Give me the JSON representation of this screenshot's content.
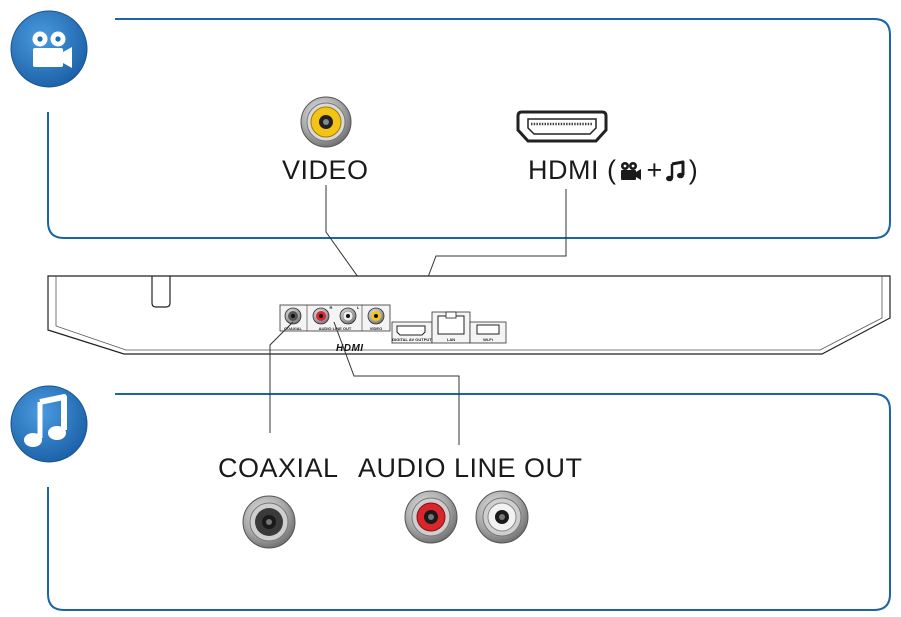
{
  "video_section": {
    "video_label": "VIDEO",
    "hdmi_label_prefix": "HDMI (",
    "hdmi_label_plus": "+",
    "hdmi_label_suffix": ")",
    "icon": "movie-camera-icon"
  },
  "audio_section": {
    "coaxial_label": "COAXIAL",
    "audio_line_out_label": "AUDIO LINE OUT",
    "icon": "music-note-icon"
  },
  "rear_panel": {
    "port_labels": {
      "coaxial": "COAXIAL",
      "audio_line_out": "AUDIO LINE OUT",
      "video": "VIDEO",
      "digital_av_output": "DIGITAL AV OUTPUT",
      "lan": "LAN",
      "wifi": "Wi-Fi"
    },
    "hdmi_logo": "HDMI",
    "channel_marks": [
      "L",
      "R"
    ]
  },
  "colors": {
    "accent_blue": "#1d6fb8",
    "frame_blue": "#1a64a8",
    "video_jack_yellow": "#f3c316",
    "audio_jack_red": "#d8262c",
    "audio_jack_white": "#eeeeee",
    "jack_metal_grey": "#9a9a9a"
  }
}
